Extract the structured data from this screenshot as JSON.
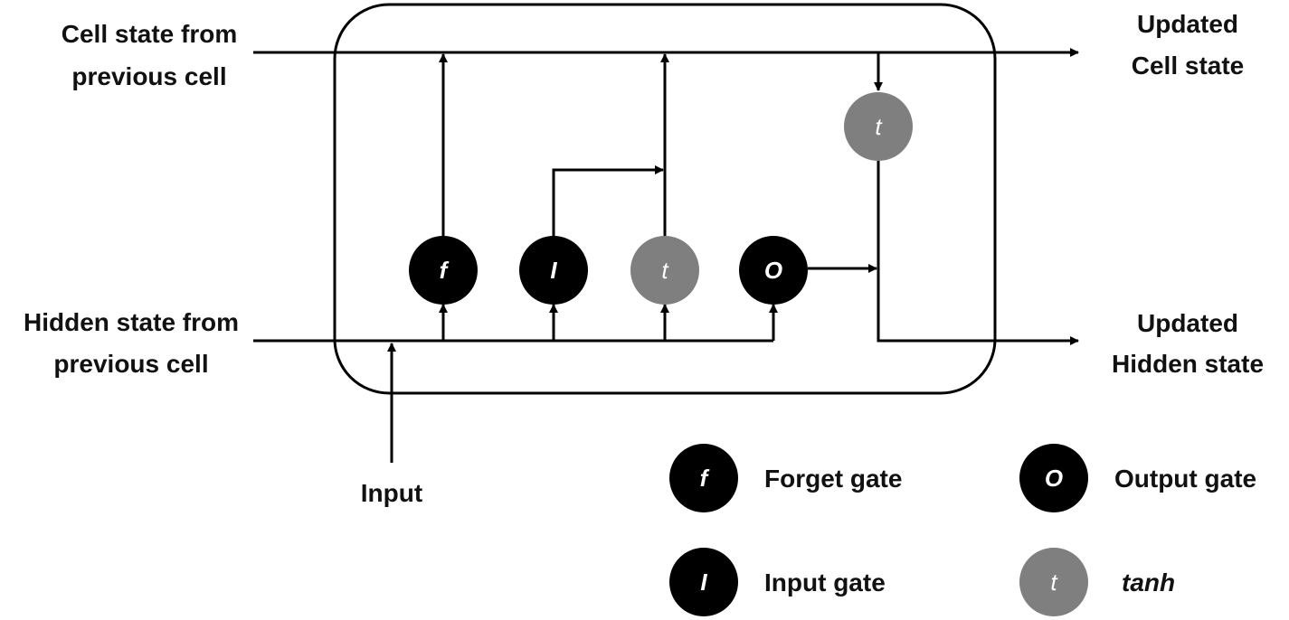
{
  "labels": {
    "cell_in_line1": "Cell state from",
    "cell_in_line2": "previous cell",
    "hidden_in_line1": "Hidden state from",
    "hidden_in_line2": "previous cell",
    "cell_out_line1": "Updated",
    "cell_out_line2": "Cell state",
    "hidden_out_line1": "Updated",
    "hidden_out_line2": "Hidden state",
    "input": "Input"
  },
  "gates": {
    "forget": "f",
    "input": "I",
    "tanh": "t",
    "output": "O"
  },
  "legend": {
    "forget": "Forget gate",
    "output": "Output gate",
    "input": "Input gate",
    "tanh": "tanh"
  },
  "colors": {
    "gate_dark": "#000000",
    "gate_tanh": "#7f7f7f",
    "line": "#000000"
  }
}
